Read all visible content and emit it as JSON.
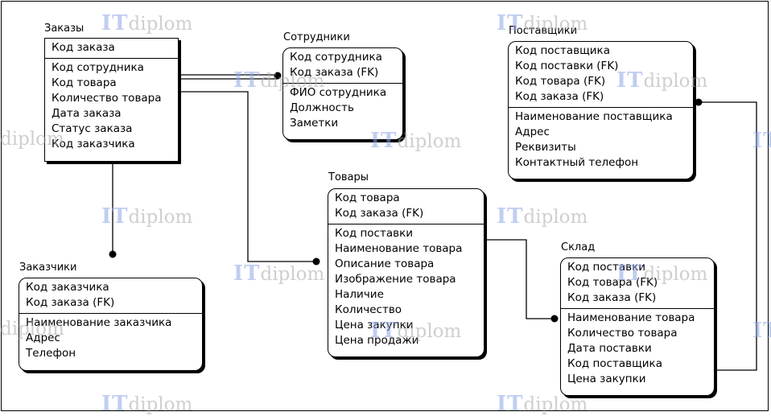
{
  "watermark": {
    "it": "IT",
    "diplom": "diplom"
  },
  "entities": {
    "orders": {
      "title": "Заказы",
      "keys": [
        "Код заказа"
      ],
      "attrs": [
        "Код сотрудника",
        "Код товара",
        "Количество товара",
        "Дата заказа",
        "Статус заказа",
        "Код заказчика"
      ]
    },
    "employees": {
      "title": "Сотрудники",
      "keys": [
        "Код сотрудника",
        "Код заказа (FK)"
      ],
      "attrs": [
        "ФИО сотрудника",
        "Должность",
        "Заметки"
      ]
    },
    "suppliers": {
      "title": "Поставщики",
      "keys": [
        "Код поставщика",
        "Код поставки (FK)",
        "Код товара (FK)",
        "Код заказа (FK)"
      ],
      "attrs": [
        "Наименование поставщика",
        "Адрес",
        "Реквизиты",
        "Контактный телефон"
      ]
    },
    "goods": {
      "title": "Товары",
      "keys": [
        "Код товара",
        "Код заказа (FK)"
      ],
      "attrs": [
        "Код поставки",
        "Наименование товара",
        "Описание товара",
        "Изображение товара",
        "Наличие",
        "Количество",
        "Цена закупки",
        "Цена продажи"
      ]
    },
    "customers": {
      "title": "Заказчики",
      "keys": [
        "Код заказчика",
        "Код заказа (FK)"
      ],
      "attrs": [
        "Наименование заказчика",
        "Адрес",
        "Телефон"
      ]
    },
    "warehouse": {
      "title": "Склад",
      "keys": [
        "Код поставки",
        "Код товара (FK)",
        "Код заказа (FK)"
      ],
      "attrs": [
        "Наименование товара",
        "Количество товара",
        "Дата поставки",
        "Код поставщика",
        "Цена закупки"
      ]
    }
  }
}
